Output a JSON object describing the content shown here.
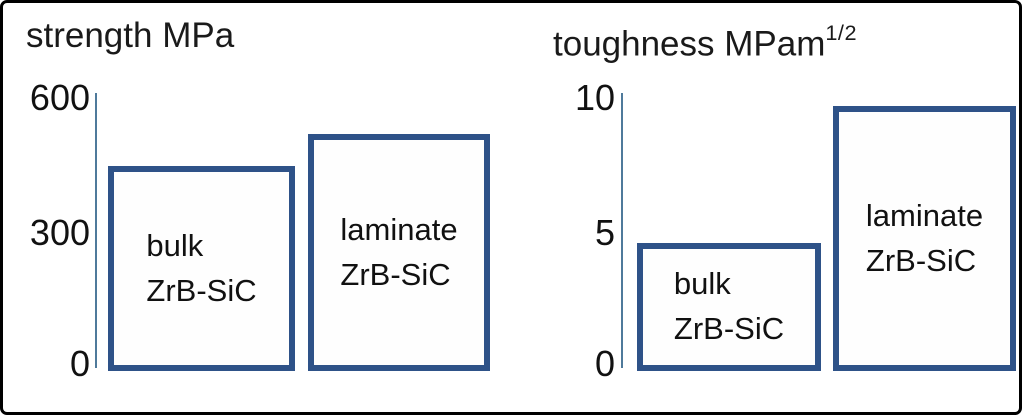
{
  "frame": {
    "border_color": "#000000",
    "background": "#ffffff"
  },
  "colors": {
    "bar_border": "#2e5288",
    "bar_fill": "#fefefe",
    "axis": "#4f7a9b",
    "text": "#1a1a1a"
  },
  "charts": [
    {
      "title": "strength MPa",
      "yticks": [
        "600",
        "300",
        "0"
      ],
      "bars": [
        {
          "line1": "bulk",
          "line2": "ZrB-SiC"
        },
        {
          "line1": "laminate",
          "line2": "ZrB-SiC"
        }
      ]
    },
    {
      "title_base": "toughness MPam",
      "title_sup": "1/2",
      "yticks": [
        "10",
        "5",
        "0"
      ],
      "bars": [
        {
          "line1": "bulk",
          "line2": "ZrB-SiC"
        },
        {
          "line1": "laminate",
          "line2": "ZrB-SiC"
        }
      ]
    }
  ],
  "chart_data": [
    {
      "type": "bar",
      "title": "strength MPa",
      "categories": [
        "bulk ZrB-SiC",
        "laminate ZrB-SiC"
      ],
      "values": [
        450,
        520
      ],
      "ylabel": "strength MPa",
      "yticks": [
        0,
        300,
        600
      ],
      "ylim": [
        0,
        600
      ],
      "grid": false,
      "legend": false,
      "bar_style": "white fill, dark blue outline, category labels printed inside bars"
    },
    {
      "type": "bar",
      "title": "toughness MPam^(1/2)",
      "categories": [
        "bulk ZrB-SiC",
        "laminate ZrB-SiC"
      ],
      "values": [
        4.7,
        9.7
      ],
      "ylabel": "toughness MPam^(1/2)",
      "yticks": [
        0,
        5,
        10
      ],
      "ylim": [
        0,
        10
      ],
      "grid": false,
      "legend": false,
      "bar_style": "white fill, dark blue outline, category labels printed inside bars"
    }
  ]
}
